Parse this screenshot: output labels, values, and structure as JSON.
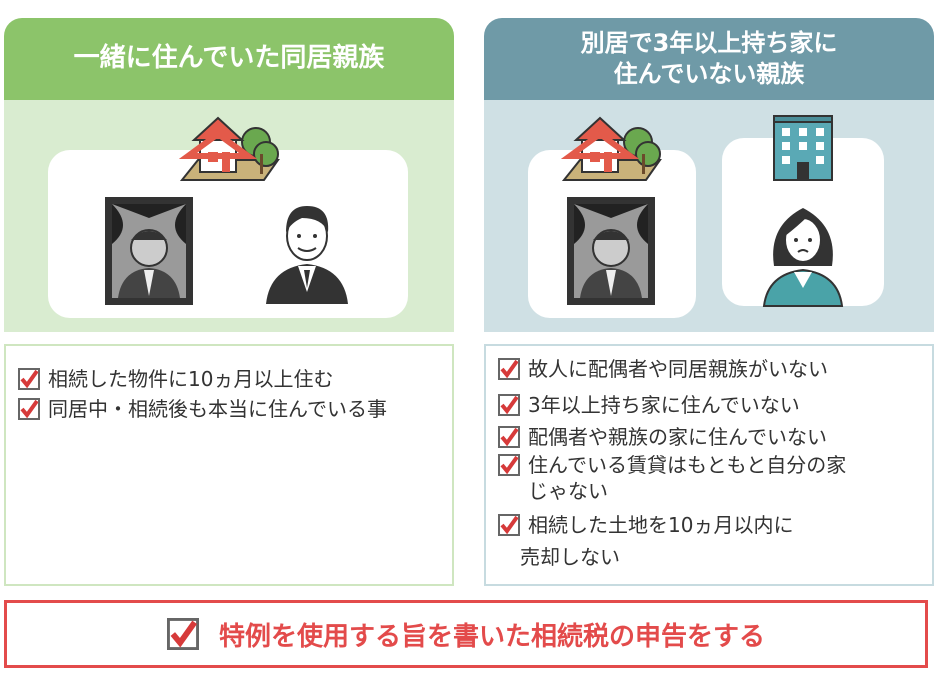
{
  "colors": {
    "left_header": "#8cc46a",
    "left_bg": "#d9ecd0",
    "left_border": "#cfe6c0",
    "right_header": "#6f9aa7",
    "right_bg": "#cfe0e4",
    "right_border": "#c7dbe0",
    "check_red": "#d63a3a",
    "footer_red": "#e34b4b"
  },
  "left": {
    "title": "一緒に住んでいた同居親族",
    "conditions": [
      "相続した物件に10ヵ月以上住む",
      "同居中・相続後も本当に住んでいる事"
    ]
  },
  "right": {
    "title_line1": "別居で3年以上持ち家に",
    "title_line2": "住んでいない親族",
    "conditions": [
      [
        "故人に配偶者や同居親族がいない"
      ],
      [
        "3年以上持ち家に住んでいない"
      ],
      [
        "配偶者や親族の家に住んでいない"
      ],
      [
        "住んでいる賃貸はもともと自分の家",
        "じゃない"
      ],
      [
        "相続した土地を10ヵ月以内に",
        "売却しない"
      ]
    ]
  },
  "footer": {
    "text": "特例を使用する旨を書いた相続税の申告をする"
  },
  "icons": {
    "house": "house-with-trees-icon",
    "building": "office-building-icon",
    "portrait": "memorial-portrait-icon",
    "man": "man-in-suit-icon",
    "woman": "woman-icon",
    "check": "red-checkbox-icon"
  }
}
